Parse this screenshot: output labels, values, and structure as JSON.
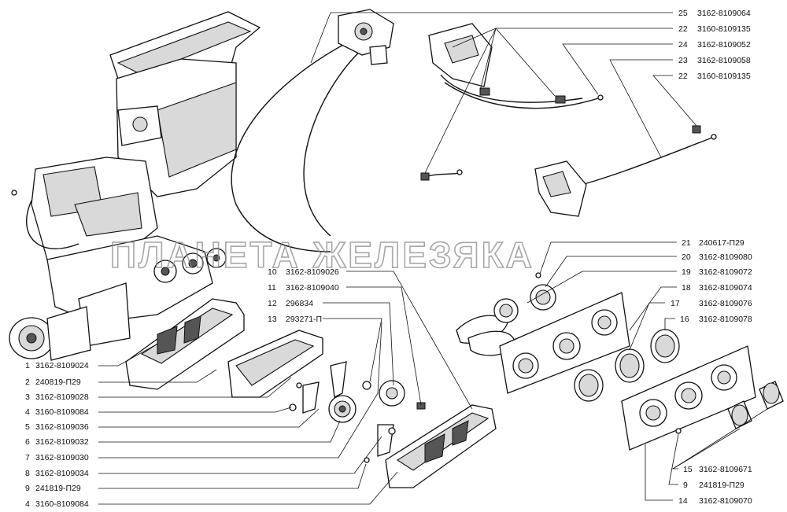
{
  "watermark": "ПЛАНЕТА ЖЕЛЕЗЯКА",
  "callouts_left": [
    {
      "num": "1",
      "code": "3162-8109024"
    },
    {
      "num": "2",
      "code": "240819-П29"
    },
    {
      "num": "3",
      "code": "3162-8109028"
    },
    {
      "num": "4",
      "code": "3160-8109084"
    },
    {
      "num": "5",
      "code": "3162-8109036"
    },
    {
      "num": "6",
      "code": "3162-8109032"
    },
    {
      "num": "7",
      "code": "3162-8109030"
    },
    {
      "num": "8",
      "code": "3162-8109034"
    },
    {
      "num": "9",
      "code": "241819-П29"
    },
    {
      "num": "4",
      "code": "3160-8109084"
    }
  ],
  "callouts_mid": [
    {
      "num": "10",
      "code": "3162-8109026"
    },
    {
      "num": "11",
      "code": "3162-8109040"
    },
    {
      "num": "12",
      "code": "296834"
    },
    {
      "num": "13",
      "code": "293271-П"
    }
  ],
  "callouts_right_top": [
    {
      "num": "25",
      "code": "3162-8109064"
    },
    {
      "num": "22",
      "code": "3160-8109135"
    },
    {
      "num": "24",
      "code": "3162-8109052"
    },
    {
      "num": "23",
      "code": "3162-8109058"
    },
    {
      "num": "22",
      "code": "3160-8109135"
    }
  ],
  "callouts_right_mid": [
    {
      "num": "21",
      "code": "240617-П29"
    },
    {
      "num": "20",
      "code": "3162-8109080"
    },
    {
      "num": "19",
      "code": "3162-8109072"
    },
    {
      "num": "18",
      "code": "3162-8109074"
    },
    {
      "num": "17",
      "code": "3162-8109076"
    },
    {
      "num": "16",
      "code": "3162-8109078"
    }
  ],
  "callouts_right_bottom": [
    {
      "num": "15",
      "code": "3162-8109671"
    },
    {
      "num": "9",
      "code": "241819-П29"
    },
    {
      "num": "14",
      "code": "3162-8109070"
    }
  ]
}
